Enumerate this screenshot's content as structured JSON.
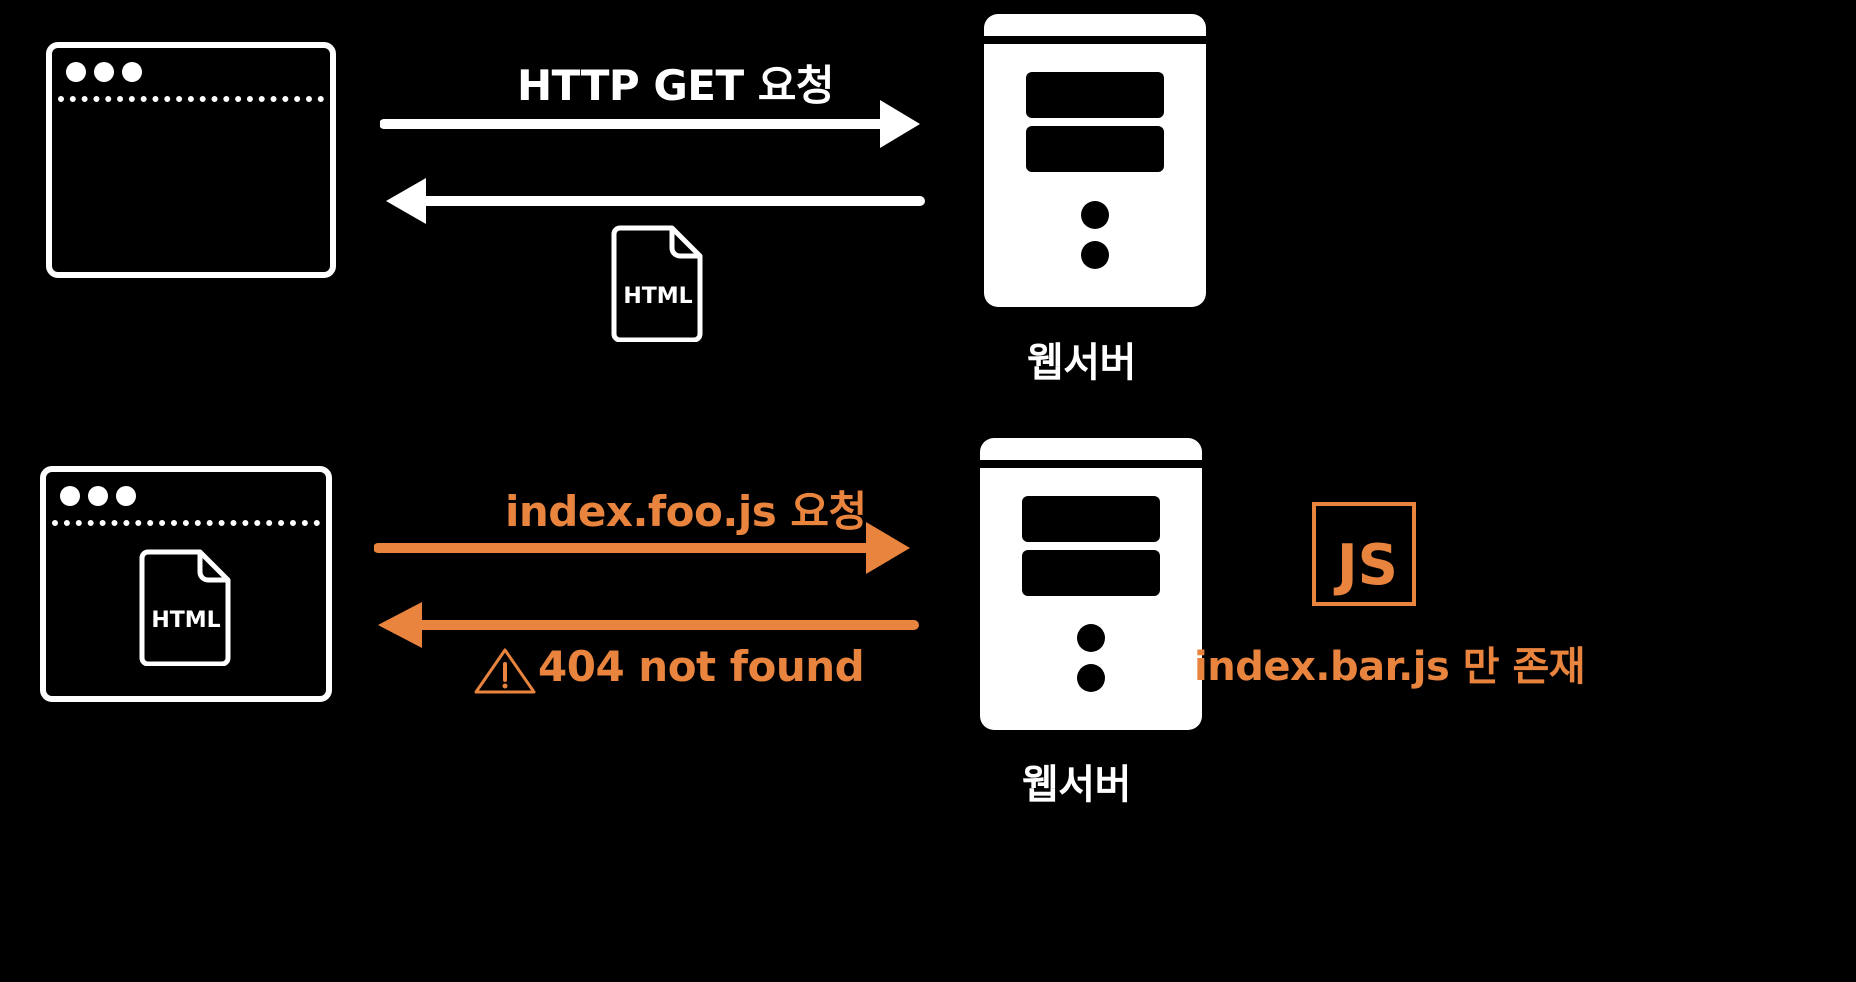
{
  "top_flow": {
    "request_label": "HTTP GET 요청",
    "response_file": "HTML",
    "server_label": "웹서버"
  },
  "bottom_flow": {
    "request_label": "index.foo.js 요청",
    "error_label": "404 not found",
    "browser_file": "HTML",
    "server_label": "웹서버",
    "js_badge": "JS",
    "note": "index.bar.js 만 존재"
  },
  "colors": {
    "foreground": "#ffffff",
    "accent": "#e8843e",
    "background": "#000000"
  }
}
